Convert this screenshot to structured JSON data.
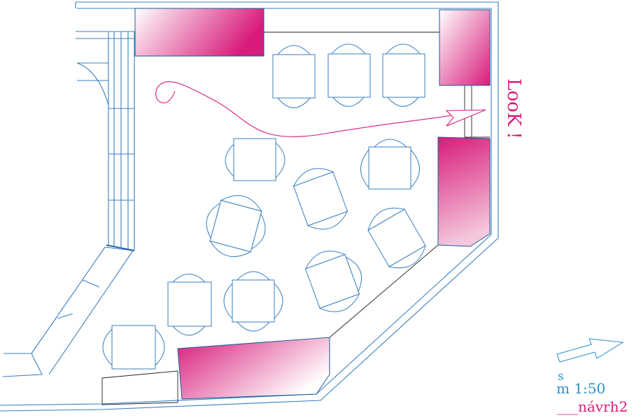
{
  "annotations": {
    "look": "LooK !",
    "scale_prefix": "s",
    "scale": "m 1:50",
    "variant": "___návrh2"
  },
  "colors": {
    "wall": "#3a7fc1",
    "accent": "#d81b7a",
    "label": "#2a8fc9"
  }
}
